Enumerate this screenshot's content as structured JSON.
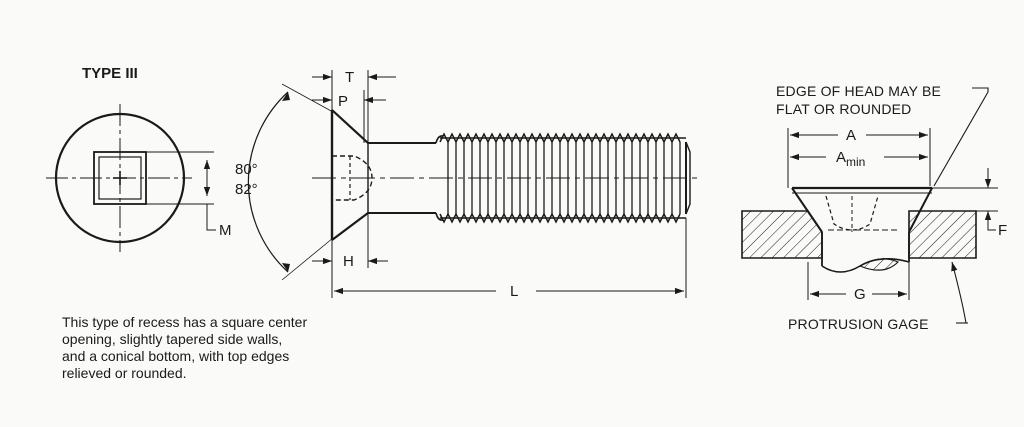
{
  "title": "TYPE III",
  "labels": {
    "T": "T",
    "P": "P",
    "H": "H",
    "L": "L",
    "M": "M",
    "angle_a": "80°",
    "angle_b": "82°",
    "A": "A",
    "A_base": "A",
    "A_sub": "min",
    "G": "G",
    "F": "F"
  },
  "notes": {
    "edge_line1": "EDGE OF HEAD MAY BE",
    "edge_line2": "FLAT OR ROUNDED",
    "gage": "PROTRUSION GAGE"
  },
  "description": [
    "This type of recess has a square center",
    "opening, slightly tapered side walls,",
    "and a conical bottom, with top edges",
    "relieved or rounded."
  ],
  "colors": {
    "ink": "#1a1a1a",
    "paper": "#fafaf8"
  }
}
